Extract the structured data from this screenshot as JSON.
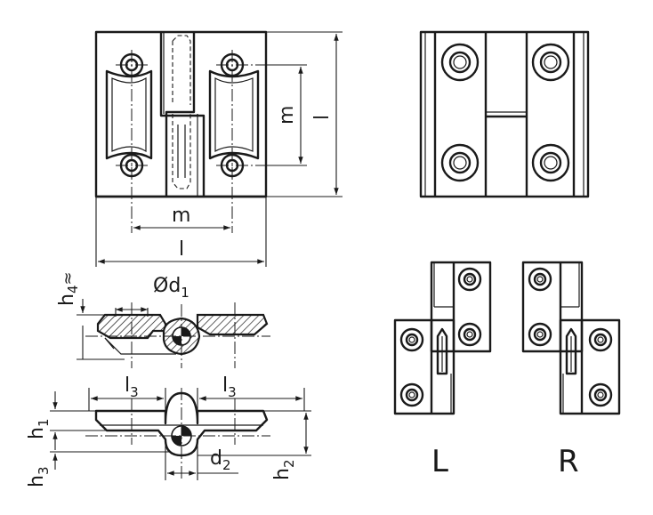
{
  "labels": {
    "m_top": "m",
    "l_top": "l",
    "m_side": "m",
    "l_side": "l",
    "h4": "h",
    "h4_sub": "4",
    "h4_approx": "≈",
    "d1": "Ød",
    "d1_sub": "1",
    "l3_left": "l",
    "l3_left_sub": "3",
    "l3_right": "l",
    "l3_right_sub": "3",
    "h1": "h",
    "h1_sub": "1",
    "h3": "h",
    "h3_sub": "3",
    "d2": "d",
    "d2_sub": "2",
    "h2": "h",
    "h2_sub": "2",
    "variant_left": "L",
    "variant_right": "R"
  },
  "colors": {
    "line": "#1a1a1a",
    "background": "#ffffff"
  }
}
